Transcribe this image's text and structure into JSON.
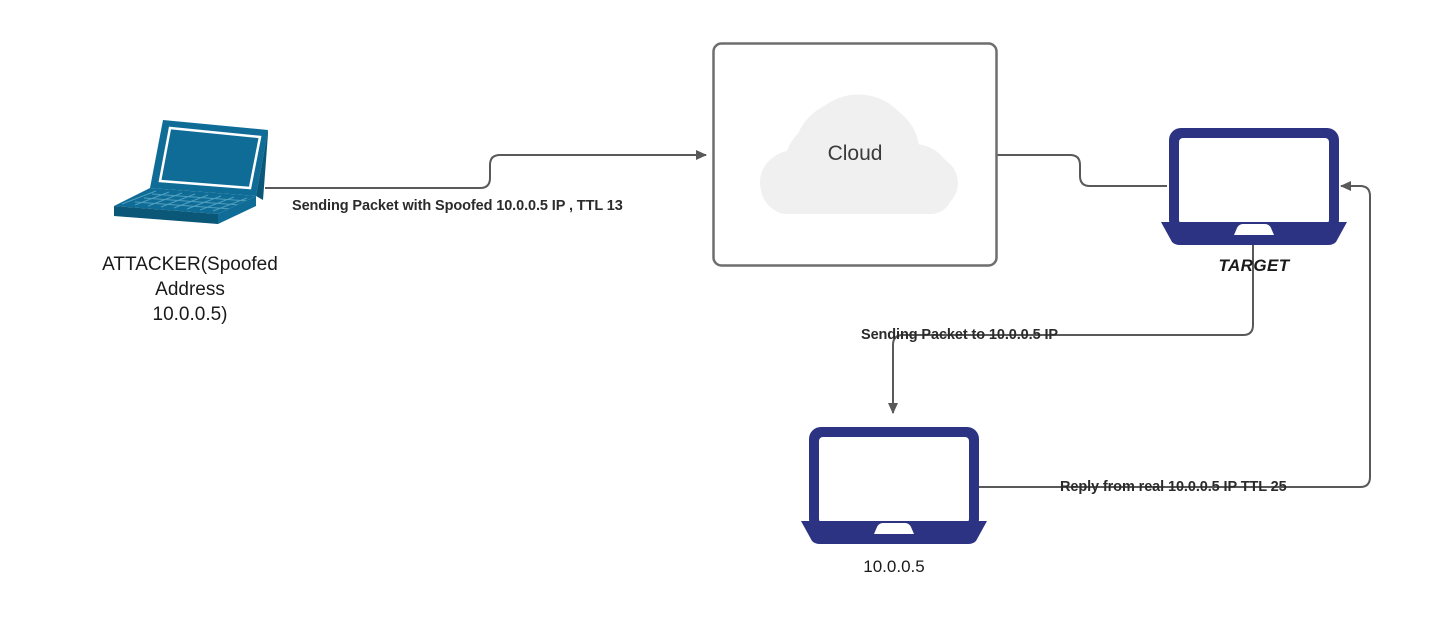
{
  "diagram": {
    "title": "IP Spoofing / TTL reflection network diagram",
    "background": "#ffffff",
    "colors": {
      "attacker_device": "#0f6c96",
      "attacker_device_dark": "#0b5778",
      "navy_device": "#2b3382",
      "wire": "#595959",
      "cloud_fill": "#f0f0f0",
      "box_border": "#6e6e6e",
      "text": "#1a1a1a"
    }
  },
  "nodes": {
    "attacker": {
      "icon": "laptop-3d-icon",
      "label": "ATTACKER(Spoofed\nAddress\n10.0.0.5)"
    },
    "cloud": {
      "icon": "cloud-icon",
      "label": "Cloud"
    },
    "target": {
      "icon": "laptop-icon",
      "label": "TARGET"
    },
    "victim": {
      "icon": "laptop-icon",
      "label": "10.0.0.5"
    }
  },
  "edges": [
    {
      "id": "attacker-to-cloud",
      "label": "Sending Packet with Spoofed 10.0.0.5 IP , TTL 13",
      "from": "attacker",
      "to": "cloud",
      "arrowhead": "right"
    },
    {
      "id": "cloud-to-target",
      "label": "",
      "from": "cloud",
      "to": "target",
      "arrowhead": "none"
    },
    {
      "id": "target-to-victim",
      "label": "Sending Packet to 10.0.0.5 IP",
      "from": "target",
      "to": "victim",
      "arrowhead": "down"
    },
    {
      "id": "victim-to-target",
      "label": "Reply from real 10.0.0.5 IP TTL 25",
      "from": "victim",
      "to": "target",
      "arrowhead": "left"
    }
  ]
}
